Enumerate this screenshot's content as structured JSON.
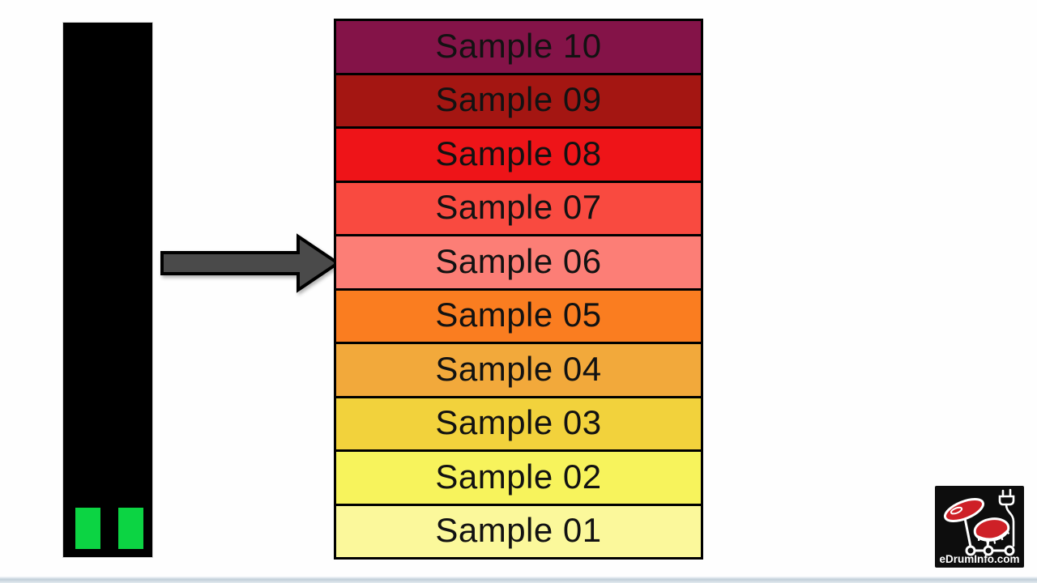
{
  "diagram": {
    "sample_stack": {
      "rows": [
        {
          "label": "Sample 10",
          "color": "#841348"
        },
        {
          "label": "Sample 09",
          "color": "#A41612"
        },
        {
          "label": "Sample 08",
          "color": "#EE1418"
        },
        {
          "label": "Sample 07",
          "color": "#F94A40"
        },
        {
          "label": "Sample 06",
          "color": "#FC7E76"
        },
        {
          "label": "Sample 05",
          "color": "#FA7D20"
        },
        {
          "label": "Sample 04",
          "color": "#F2A93B"
        },
        {
          "label": "Sample 03",
          "color": "#F2D23C"
        },
        {
          "label": "Sample 02",
          "color": "#F7F35C"
        },
        {
          "label": "Sample 01",
          "color": "#FBF89B"
        }
      ],
      "text_color": "#121212",
      "border_color": "#000000"
    },
    "level_meter": {
      "bar_color": "#000000",
      "segment_color": "#0CD443",
      "segments_lit": 2
    },
    "arrow": {
      "fill": "#4A4A4A",
      "outline": "#000000",
      "points_to": "Sample 06"
    },
    "watermark": {
      "text": "eDrumInfo.com",
      "background": "#0D0D0D",
      "accent": "#CE2027",
      "line_color": "#FFFFFF"
    }
  }
}
